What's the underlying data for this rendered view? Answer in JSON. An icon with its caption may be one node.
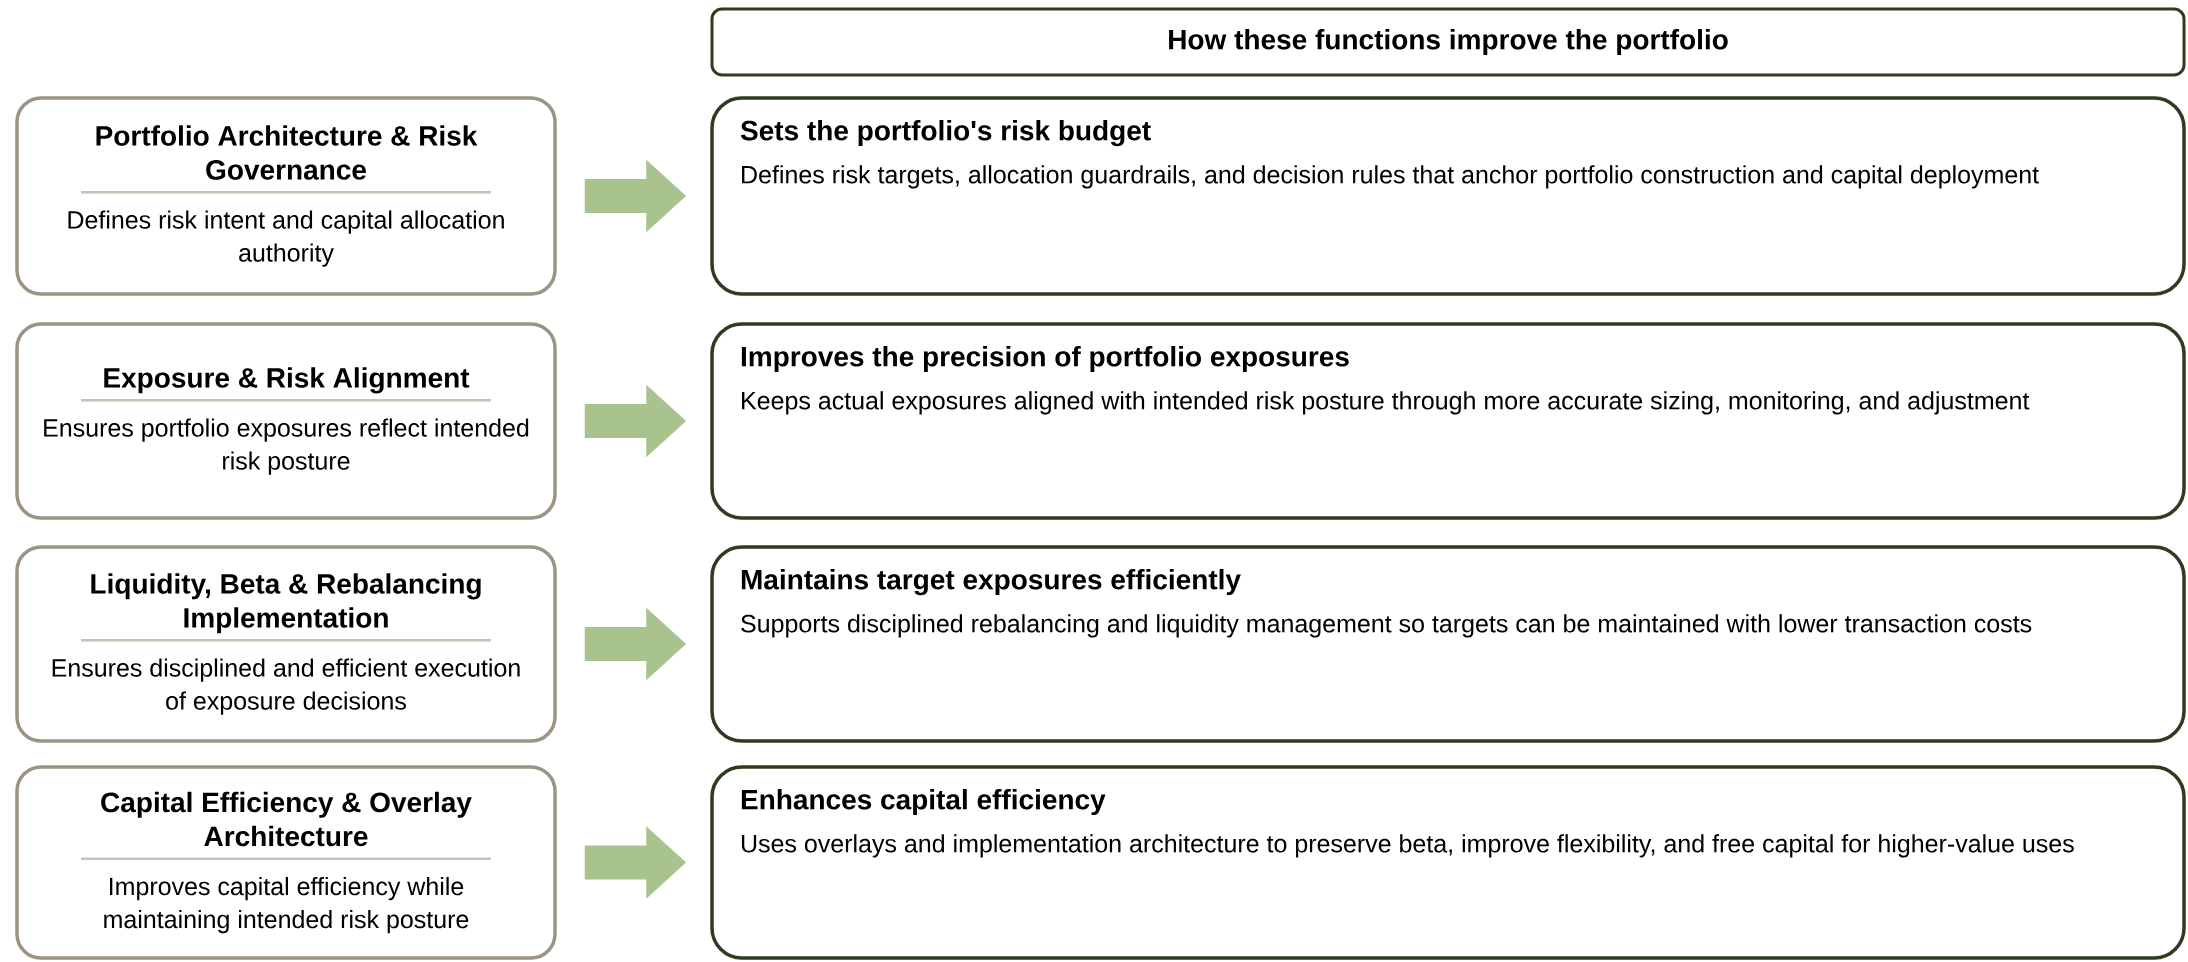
{
  "diagram": {
    "nodes": [
      {
        "text": [
          "How these functions improve the portfolio"
        ]
      },
      {
        "text": [
          "Portfolio Architecture & Risk Governance",
          "Defines risk intent and capital allocation authority"
        ]
      },
      {
        "text": [
          "Sets the portfolio's risk budget",
          "Defines risk targets, allocation guardrails, and decision rules that anchor portfolio construction and capital deployment"
        ]
      },
      {
        "text": [
          "Exposure & Risk Alignment",
          "Ensures portfolio exposures reflect intended risk posture"
        ]
      },
      {
        "text": [
          "Improves the precision of portfolio exposures",
          "Keeps actual exposures aligned with intended risk posture through more accurate sizing, monitoring, and adjustment"
        ]
      },
      {
        "text": [
          "Liquidity, Beta & Rebalancing Implementation",
          "Ensures disciplined and efficient execution of exposure decisions"
        ]
      },
      {
        "text": [
          "Maintains target exposures efficiently",
          "Supports disciplined rebalancing and liquidity management so targets can be maintained with lower transaction costs"
        ]
      },
      {
        "text": [
          "Capital Efficiency & Overlay Architecture",
          "Improves capital efficiency while maintaining intended risk posture"
        ]
      },
      {
        "text": [
          "Enhances capital efficiency",
          "Uses overlays and implementation architecture to preserve beta, improve flexibility, and free capital for higher-value uses"
        ]
      }
    ],
    "edges": [
      {
        "from": 1,
        "to": 2,
        "arrow": "to"
      },
      {
        "from": 3,
        "to": 4,
        "arrow": "to"
      },
      {
        "from": 5,
        "to": 6,
        "arrow": "to"
      },
      {
        "from": 7,
        "to": 8,
        "arrow": "to"
      }
    ]
  }
}
